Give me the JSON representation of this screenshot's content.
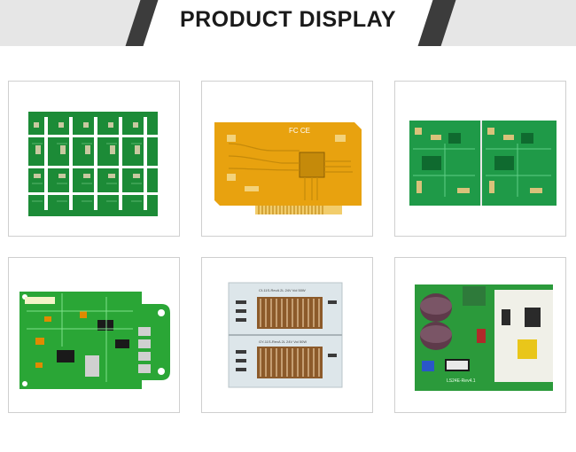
{
  "header": {
    "title": "PRODUCT DISPLAY"
  },
  "products": [
    {
      "icon": "green-panelized-pcb"
    },
    {
      "icon": "yellow-pci-card-pcb"
    },
    {
      "icon": "green-double-pcb-panel"
    },
    {
      "icon": "green-assembled-pcb"
    },
    {
      "icon": "aluminum-led-pcb"
    },
    {
      "icon": "power-supply-pcba"
    }
  ],
  "board_text": {
    "pci_marks": "FC CE",
    "alu_line_1": "Cf-11S-RevA 2L   24V  Vol   50W",
    "alu_line_2": "GY-11S-RevA 2L   24V  Vol   50W",
    "psu_label": "LS24E-Rev4.1"
  },
  "colors": {
    "banner_bg": "#e6e6e6",
    "banner_accent": "#3c3c3c",
    "pcb_green": "#1f8f3a",
    "pcb_yellow": "#e7a40f",
    "pcb_white": "#dfe6ea"
  }
}
